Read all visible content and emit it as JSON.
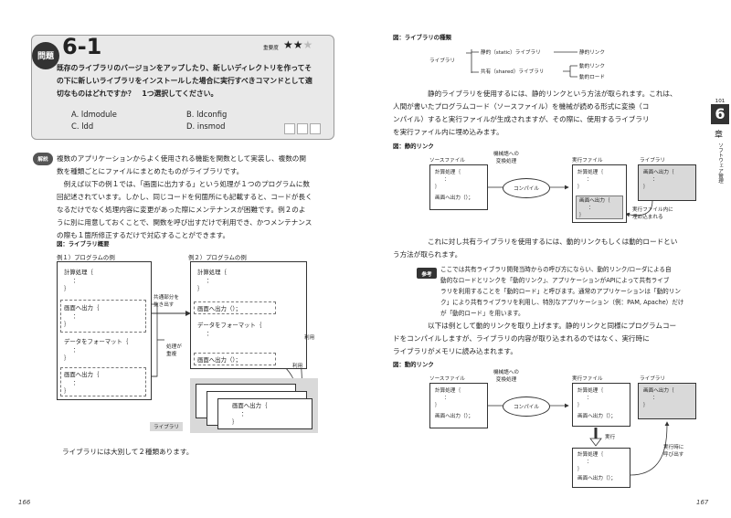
{
  "left": {
    "problem_label": "問題",
    "problem_number": "6-1",
    "importance_label": "重要度",
    "importance_stars": "★★",
    "importance_star_empty": "★",
    "question_lines": [
      "既存のライブラリのバージョンをアップしたり、新しいディレクトリを作ってそ",
      "の下に新しいライブラリをインストールした場合に実行すべきコマンドとして適",
      "切なものはどれですか？　1つ選択してください。"
    ],
    "choices": [
      {
        "key": "A.",
        "text": "ldmodule"
      },
      {
        "key": "B.",
        "text": "ldconfig"
      },
      {
        "key": "C.",
        "text": "ldd"
      },
      {
        "key": "D.",
        "text": "insmod"
      }
    ],
    "answer_label": "解説",
    "explanation_lines": [
      "複数のアプリケーションからよく使用される機能を関数として実装し、複数の関",
      "数を種類ごとにファイルにまとめたものがライブラリです。",
      "　例えば以下の例１では、「画面に出力する」という処理が１つのプログラムに数",
      "回記述されています。しかし、同じコードを何箇所にも記載すると、コードが長く",
      "なるだけでなく処理内容に変更があった際にメンテナンスが困難です。例２のよ",
      "うに別に用意しておくことで、関数を呼び出すだけで利用でき、かつメンテナンス",
      "の際も１箇所修正するだけで対応することができます。"
    ],
    "fig_title": "図：ライブラリ概要",
    "ex1_label": "例１）プログラムの例",
    "ex2_label": "例２）プログラムの例",
    "calc_label": "計算処理｛",
    "screen_label": "画面へ出力｛",
    "screen_call": "画面へ出力（）；",
    "format_label": "データをフォーマット｛",
    "dots": "：",
    "close_brace": "｝",
    "common_extract": [
      "共通部分を",
      "抜き出す"
    ],
    "duplicate_label": [
      "処理が",
      "重複"
    ],
    "use_label": "利用",
    "library_tag": "ライブラリ",
    "closing_text": "ライブラリには大別して２種類あります。",
    "page_number": "166"
  },
  "right": {
    "fig1_title": "図：ライブラリの種類",
    "library": "ライブラリ",
    "static_lib": "静的（static）ライブラリ",
    "shared_lib": "共有（shared）ライブラリ",
    "static_link": "静的リンク",
    "dynamic_link": "動的リンク",
    "dynamic_load": "動的ロード",
    "para1_lines": [
      "静的ライブラリを使用するには、静的リンクという方法が取られます。これは、",
      "人間が書いたプログラムコード（ソースファイル）を機械が読める形式に変換（コ",
      "ンパイル）すると実行ファイルが生成されますが、その際に、使用するライブラリ",
      "を実行ファイル内に埋め込みます。"
    ],
    "fig2_title": "図：静的リンク",
    "source_file": "ソースファイル",
    "machine_lang": [
      "機械語への",
      "変換処理"
    ],
    "exec_file": "実行ファイル",
    "library_box": "ライブラリ",
    "compile": "コンパイル",
    "calc_label": "計算処理｛",
    "screen_label": "画面へ出力｛",
    "screen_call": "画面へ出力（）；",
    "dots": "：",
    "close_brace": "｝",
    "embed_note": [
      "実行ファイル内に",
      "埋め込まれる"
    ],
    "para2_lines": [
      "これに対し共有ライブラリを使用するには、動的リンクもしくは動的ロードとい",
      "う方法が取られます。"
    ],
    "ref_label": "参考",
    "ref_lines": [
      "ここでは共有ライブラリ開発当時からの呼び方にならい、動的リンク/ローダによる自",
      "動的なロードとリンクを「動的リンク」、アプリケーションがAPIによって共有ライブ",
      "ラリを利用することを「動的ロード」と呼びます。通常のアプリケーションは「動的リン",
      "ク」により共有ライブラリを利用し、特別なアプリケーション（例：PAM, Apache）だけ",
      "が「動的ロード」を用います。"
    ],
    "para3_lines": [
      "以下は例として動的リンクを取り上げます。静的リンクと同様にプログラムコー",
      "ドをコンパイルしますが、ライブラリの内容が取り込まれるのではなく、実行時に",
      "ライブラリがメモリに読み込まれます。"
    ],
    "fig3_title": "図：動的リンク",
    "run_label": "実行",
    "runtime_call": [
      "実行時に",
      "呼び出す"
    ],
    "chapter_num_small": "101",
    "chapter_num": "6",
    "chapter_kanji": "章",
    "chapter_title": "ソフトウェア管理",
    "page_number": "167"
  }
}
